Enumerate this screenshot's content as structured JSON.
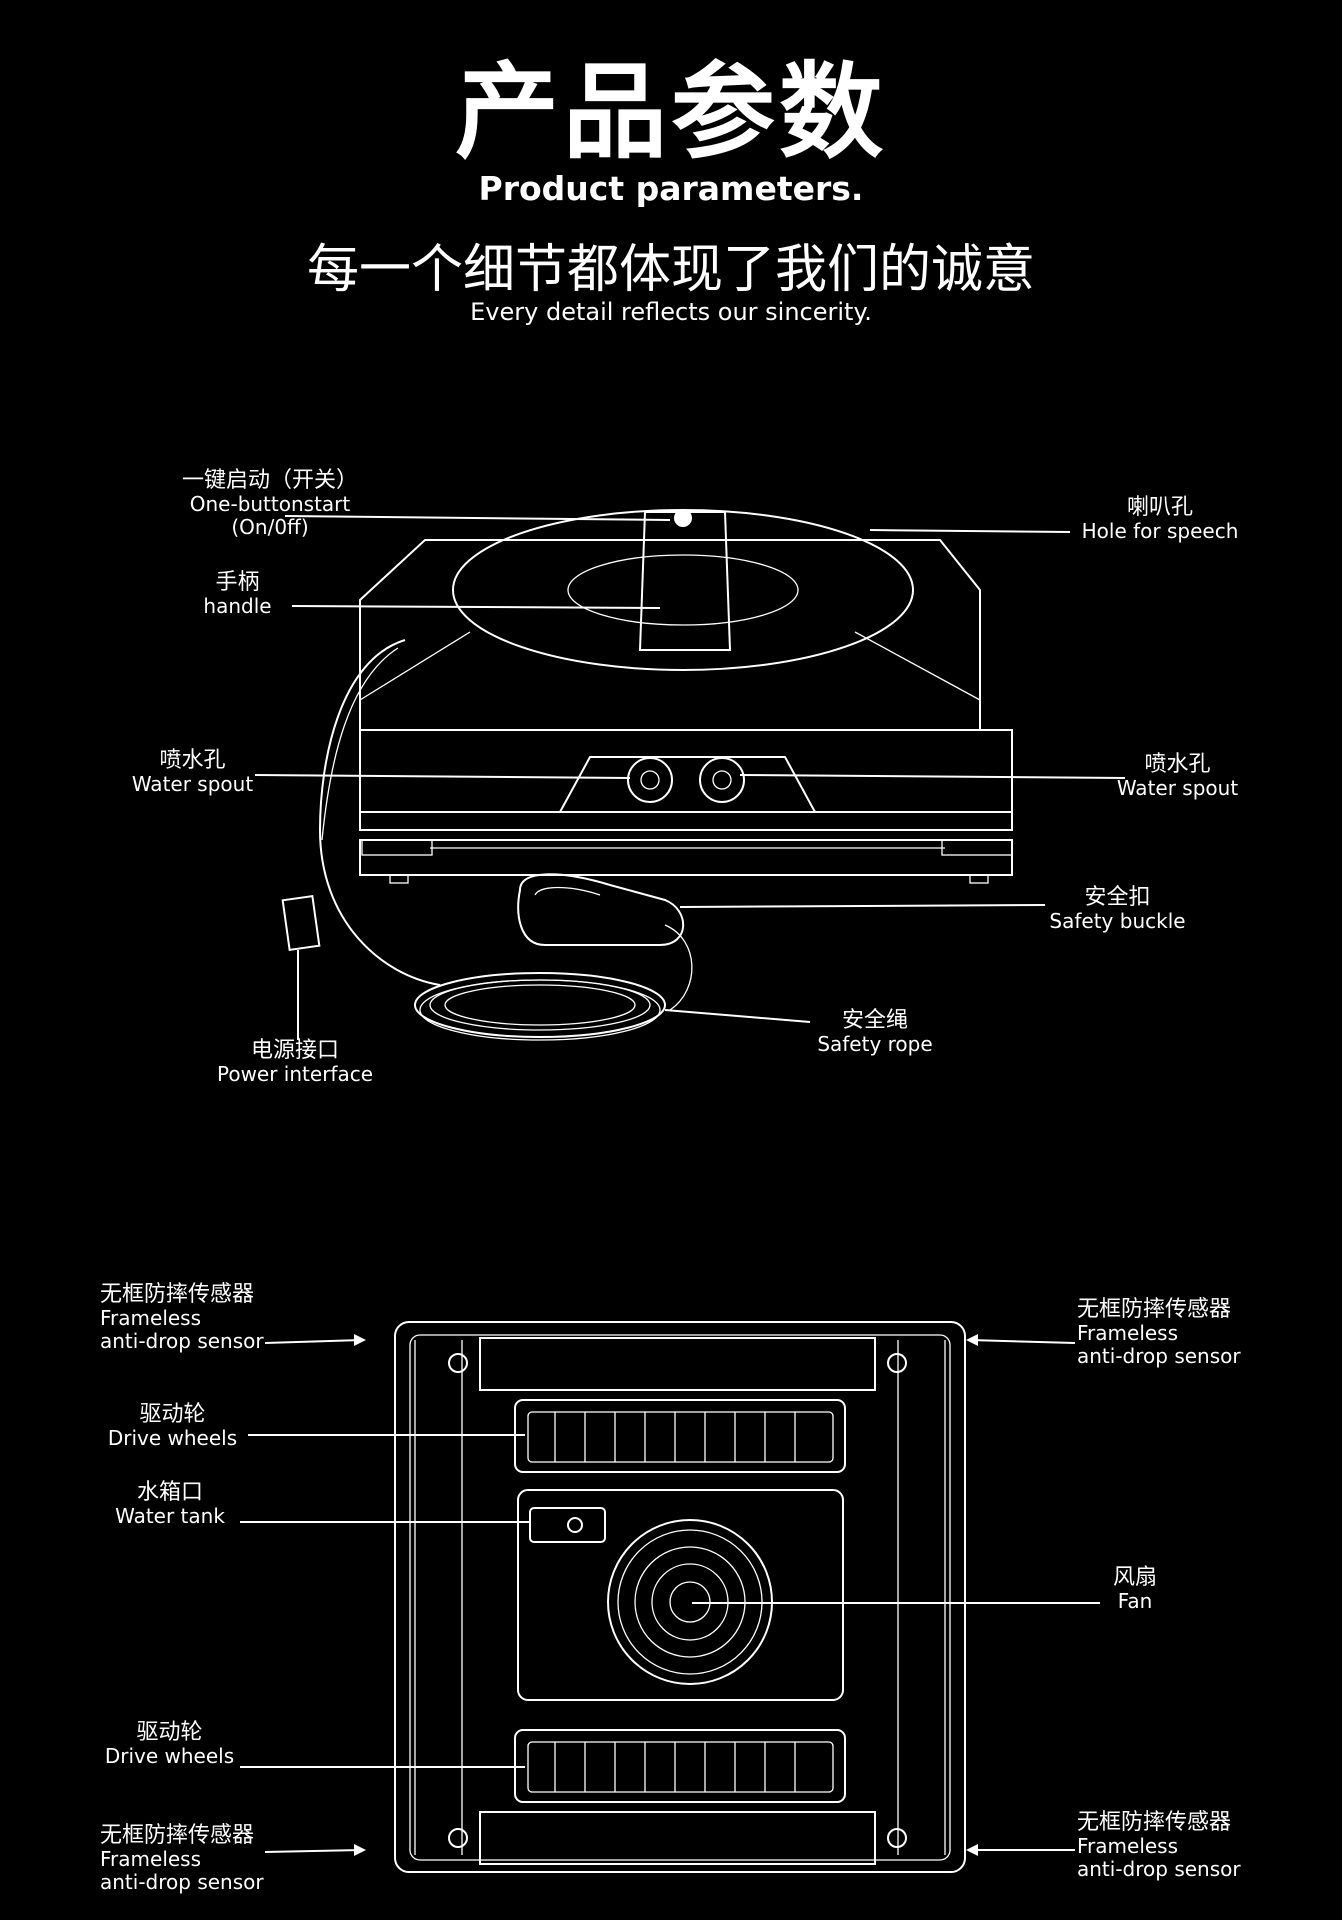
{
  "header": {
    "title_cn": "产品参数",
    "title_en": "Product parameters.",
    "subtitle_cn": "每一个细节都体现了我们的诚意",
    "subtitle_en": "Every detail reflects our sincerity."
  },
  "top_view": {
    "one_button": {
      "cn": "一键启动（开关）",
      "en1": "One-buttonstart",
      "en2": "(On/0ff)"
    },
    "speaker": {
      "cn": "喇叭孔",
      "en": "Hole for speech"
    },
    "handle": {
      "cn": "手柄",
      "en": "handle"
    },
    "spout_left": {
      "cn": "喷水孔",
      "en": "Water spout"
    },
    "spout_right": {
      "cn": "喷水孔",
      "en": "Water spout"
    },
    "buckle": {
      "cn": "安全扣",
      "en": "Safety buckle"
    },
    "rope": {
      "cn": "安全绳",
      "en": "Safety rope"
    },
    "power": {
      "cn": "电源接口",
      "en": "Power interface"
    }
  },
  "bottom_view": {
    "sensor_tl": {
      "cn": "无框防摔传感器",
      "en1": "Frameless",
      "en2": "anti-drop sensor"
    },
    "sensor_tr": {
      "cn": "无框防摔传感器",
      "en1": "Frameless",
      "en2": "anti-drop sensor"
    },
    "sensor_bl": {
      "cn": "无框防摔传感器",
      "en1": "Frameless",
      "en2": "anti-drop sensor"
    },
    "sensor_br": {
      "cn": "无框防摔传感器",
      "en1": "Frameless",
      "en2": "anti-drop sensor"
    },
    "drive_top": {
      "cn": "驱动轮",
      "en": "Drive wheels"
    },
    "drive_bottom": {
      "cn": "驱动轮",
      "en": "Drive wheels"
    },
    "tank": {
      "cn": "水箱口",
      "en": "Water tank"
    },
    "fan": {
      "cn": "风扇",
      "en": "Fan"
    }
  }
}
